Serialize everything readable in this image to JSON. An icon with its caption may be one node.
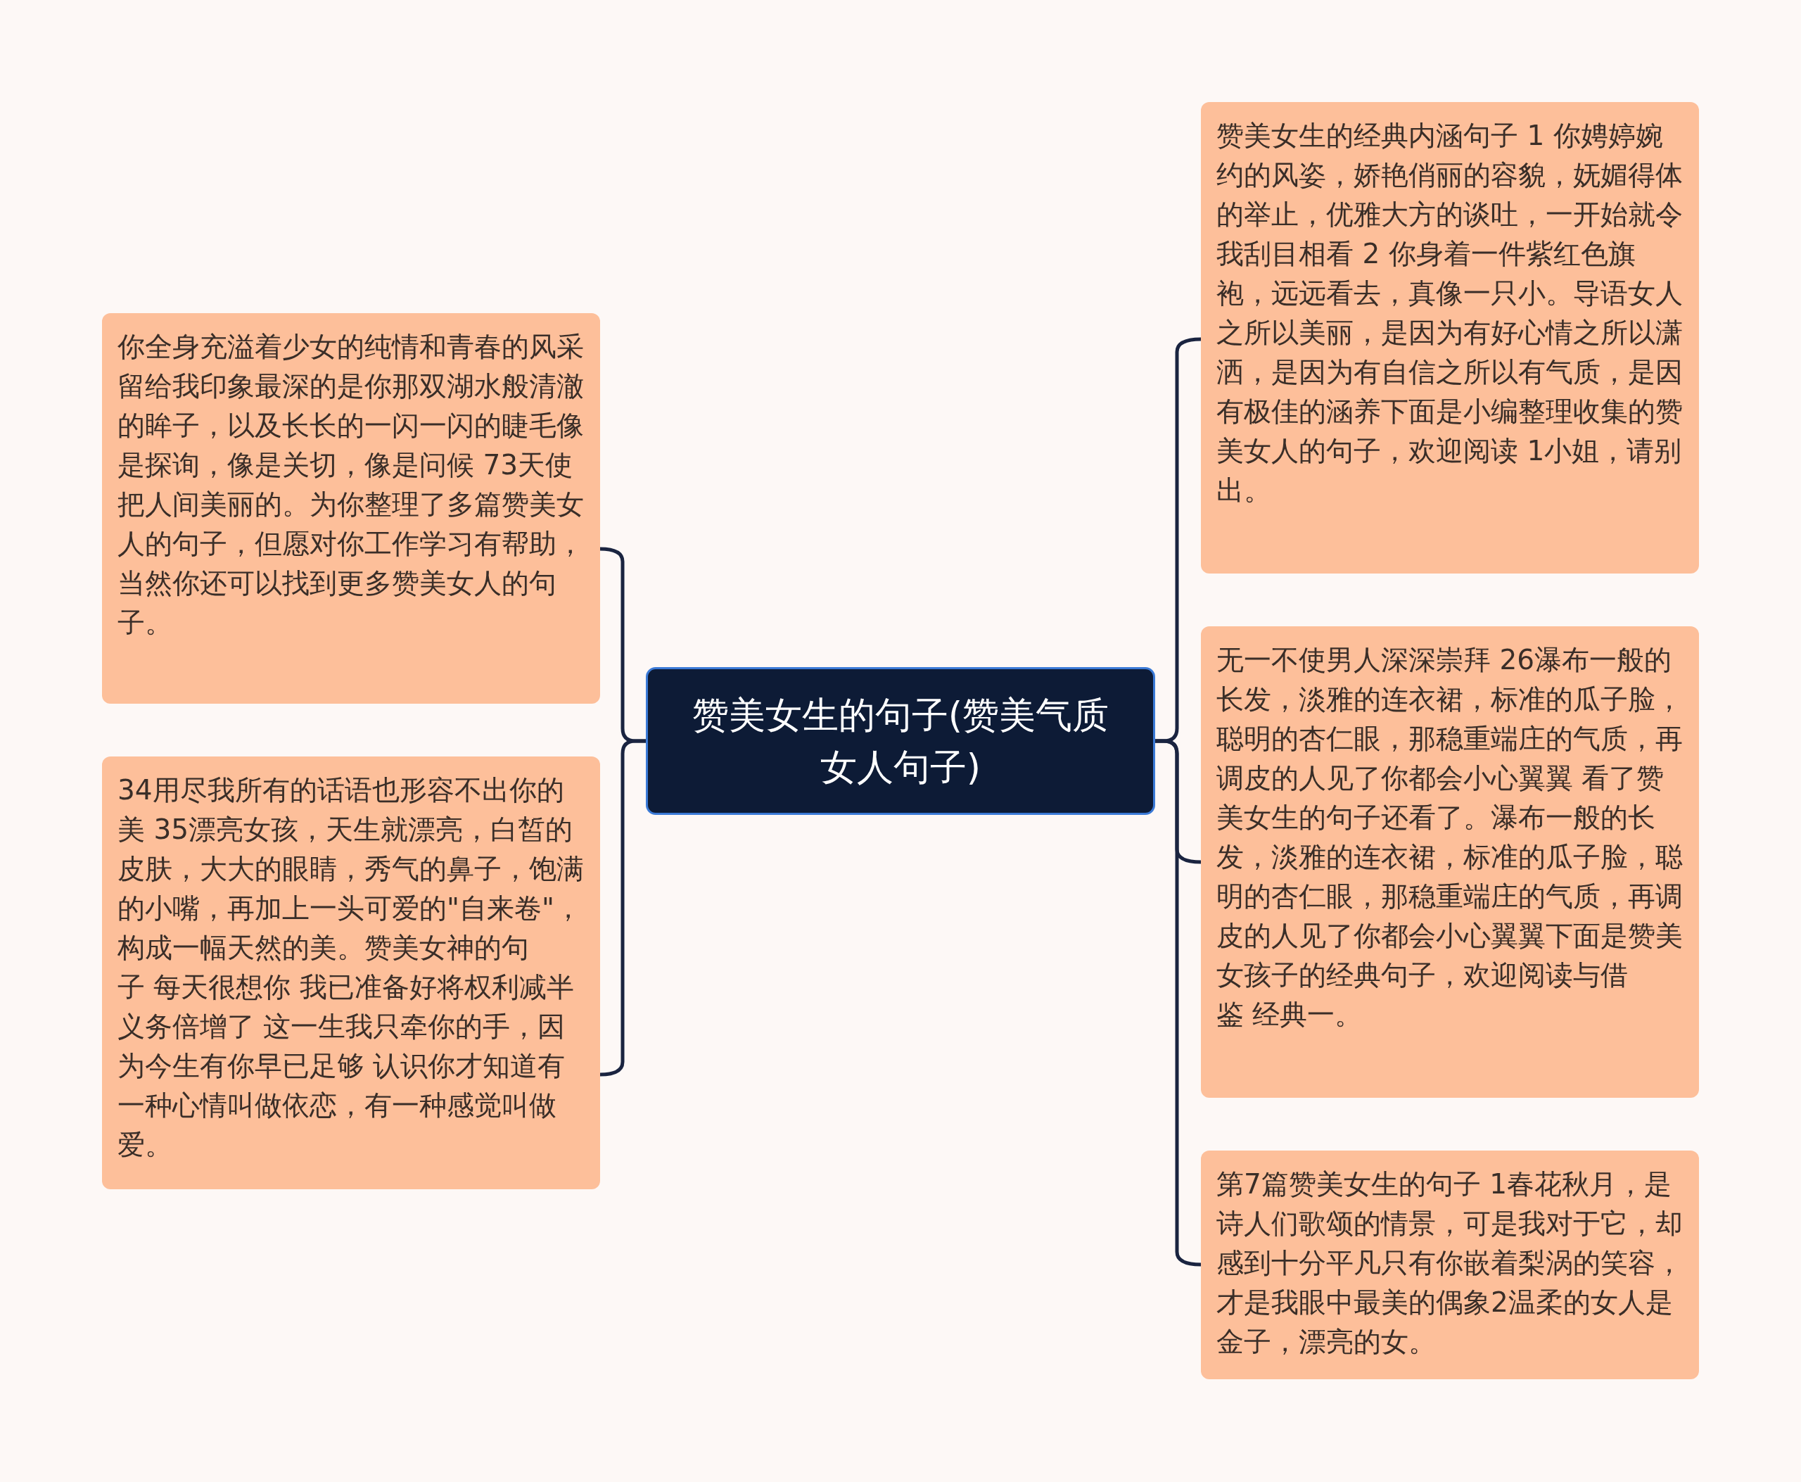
{
  "diagram": {
    "nodes": [
      {
        "text": [
          "赞美女生的句子(赞美气质女人句子)"
        ]
      },
      {
        "text": [
          "你全身充溢着少女的纯情和青春的风采留给我印象最深的是你那双湖水般清澈的眸子，以及长长的一闪一闪的睫毛像是探询，像是关切，像是问候 73天使把人间美丽的。为你整理了多篇赞美女人的句子，但愿对你工作学习有帮助，当然你还可以找到更多赞美女人的句子。"
        ]
      },
      {
        "text": [
          "34用尽我所有的话语也形容不出你的美 35漂亮女孩，天生就漂亮，白皙的皮肤，大大的眼睛，秀气的鼻子，饱满的小嘴，再加上一头可爱的\"自来卷\"，构成一幅天然的美。赞美女神的句子 每天很想你 我已准备好将权利减半义务倍增了 这一生我只牵你的手，因为今生有你早已足够 认识你才知道有一种心情叫做依恋，有一种感觉叫做爱。"
        ]
      },
      {
        "text": [
          "赞美女生的经典内涵句子 1 你娉婷婉约的风姿，娇艳俏丽的容貌，妩媚得体的举止，优雅大方的谈吐，一开始就令我刮目相看 2 你身着一件紫红色旗袍，远远看去，真像一只小。导语女人之所以美丽，是因为有好心情之所以潇洒，是因为有自信之所以有气质，是因有极佳的涵养下面是小编整理收集的赞美女人的句子，欢迎阅读 1小姐，请别出。"
        ]
      },
      {
        "text": [
          "无一不使男人深深崇拜 26瀑布一般的长发，淡雅的连衣裙，标准的瓜子脸，聪明的杏仁眼，那稳重端庄的气质，再调皮的人见了你都会小心翼翼 看了赞美女生的句子还看了。瀑布一般的长发，淡雅的连衣裙，标准的瓜子脸，聪明的杏仁眼，那稳重端庄的气质，再调皮的人见了你都会小心翼翼下面是赞美女孩子的经典句子，欢迎阅读与借鉴 经典一。"
        ]
      },
      {
        "text": [
          "第7篇赞美女生的句子 1春花秋月，是诗人们歌颂的情景，可是我对于它，却感到十分平凡只有你嵌着梨涡的笑容，才是我眼中最美的偶象2温柔的女人是金子，漂亮的女。"
        ]
      }
    ],
    "edges": [
      {
        "from": 0,
        "to": 1,
        "arrow": "none"
      },
      {
        "from": 0,
        "to": 2,
        "arrow": "none"
      },
      {
        "from": 0,
        "to": 3,
        "arrow": "none"
      },
      {
        "from": 0,
        "to": 4,
        "arrow": "none"
      },
      {
        "from": 0,
        "to": 5,
        "arrow": "none"
      }
    ]
  }
}
